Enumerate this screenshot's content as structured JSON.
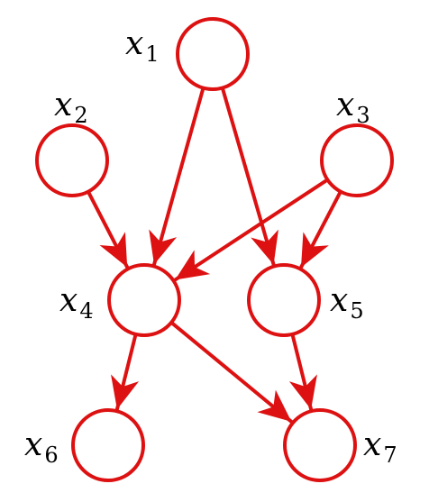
{
  "colors": {
    "edge": "#dd1111",
    "node_stroke": "#dd1111",
    "label": "#000000"
  },
  "nodes": [
    {
      "id": "x1",
      "base": "x",
      "sub": "1"
    },
    {
      "id": "x2",
      "base": "x",
      "sub": "2"
    },
    {
      "id": "x3",
      "base": "x",
      "sub": "3"
    },
    {
      "id": "x4",
      "base": "x",
      "sub": "4"
    },
    {
      "id": "x5",
      "base": "x",
      "sub": "5"
    },
    {
      "id": "x6",
      "base": "x",
      "sub": "6"
    },
    {
      "id": "x7",
      "base": "x",
      "sub": "7"
    }
  ],
  "edges": [
    {
      "from": "x1",
      "to": "x4"
    },
    {
      "from": "x1",
      "to": "x5"
    },
    {
      "from": "x2",
      "to": "x4"
    },
    {
      "from": "x3",
      "to": "x4"
    },
    {
      "from": "x3",
      "to": "x5"
    },
    {
      "from": "x4",
      "to": "x6"
    },
    {
      "from": "x4",
      "to": "x7"
    },
    {
      "from": "x5",
      "to": "x7"
    }
  ]
}
